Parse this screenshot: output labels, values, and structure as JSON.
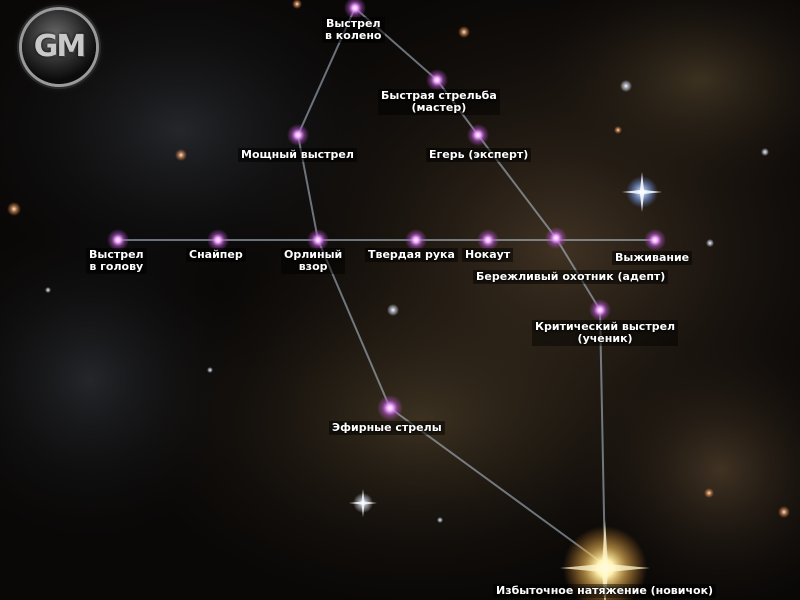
{
  "logo": {
    "text": "GM"
  },
  "skills": {
    "knee_shot": {
      "line1": "Выстрел",
      "line2": "в колено"
    },
    "rapid_fire": {
      "line1": "Быстрая стрельба",
      "line2": "(мастер)"
    },
    "power_shot": {
      "label": "Мощный выстрел"
    },
    "ranger": {
      "label": "Егерь (эксперт)"
    },
    "head_shot": {
      "line1": "Выстрел",
      "line2": "в голову"
    },
    "sniper": {
      "label": "Снайпер"
    },
    "eagle_eye": {
      "line1": "Орлиный",
      "line2": "взор"
    },
    "steady_hand": {
      "label": "Твердая рука"
    },
    "knockout": {
      "label": "Нокаут"
    },
    "survival": {
      "label": "Выживание"
    },
    "thrifty_hunter": {
      "label": "Бережливый охотник (адепт)"
    },
    "critical_shot": {
      "line1": "Критический выстрел",
      "line2": "(ученик)"
    },
    "ethereal_arrows": {
      "label": "Эфирные стрелы"
    },
    "overdraw": {
      "label": "Избыточное натяжение (новичок)"
    }
  }
}
